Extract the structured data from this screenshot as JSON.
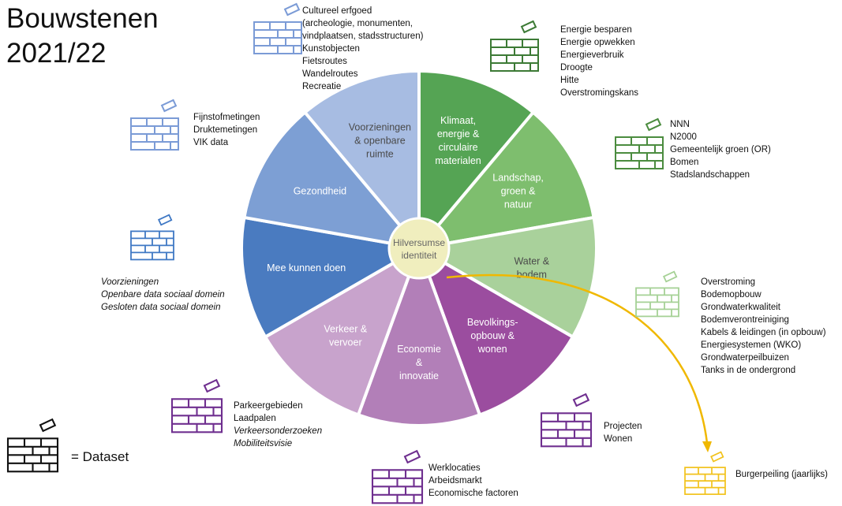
{
  "title": [
    "Bouwstenen",
    "2021/22"
  ],
  "center": {
    "label": [
      "Hilversumse",
      "identiteit"
    ],
    "color": "#f0eebe"
  },
  "wheel": [
    {
      "key": "voorzieningen",
      "lines": [
        "Voorzieningen",
        "& openbare",
        "ruimte"
      ],
      "color": "#a7bce2"
    },
    {
      "key": "klimaat",
      "lines": [
        "Klimaat,",
        "energie &",
        "circulaire",
        "materialen"
      ],
      "color": "#55a454"
    },
    {
      "key": "landschap",
      "lines": [
        "Landschap,",
        "groen &",
        "natuur"
      ],
      "color": "#7ebe6e"
    },
    {
      "key": "water",
      "lines": [
        "Water &",
        "bodem"
      ],
      "color": "#a9d19b"
    },
    {
      "key": "bevolking",
      "lines": [
        "Bevolkings-",
        "opbouw &",
        "wonen"
      ],
      "color": "#9b4d9f"
    },
    {
      "key": "economie",
      "lines": [
        "Economie",
        "&",
        "innovatie"
      ],
      "color": "#b27fb8"
    },
    {
      "key": "verkeer",
      "lines": [
        "Verkeer &",
        "vervoer"
      ],
      "color": "#c8a3cc"
    },
    {
      "key": "meekunnen",
      "lines": [
        "Mee kunnen doen"
      ],
      "color": "#4a7bc0"
    },
    {
      "key": "gezondheid",
      "lines": [
        "Gezondheid"
      ],
      "color": "#7d9fd4"
    }
  ],
  "datasets": [
    {
      "key": "cultureel",
      "color": "#7b9bd6",
      "items": [
        {
          "text": "Cultureel erfgoed",
          "italic": false
        },
        {
          "text": "(archeologie, monumenten,",
          "italic": false
        },
        {
          "text": "vindplaatsen, stadsstructuren)",
          "italic": false
        },
        {
          "text": "Kunstobjecten",
          "italic": false
        },
        {
          "text": "Fietsroutes",
          "italic": false
        },
        {
          "text": "Wandelroutes",
          "italic": false
        },
        {
          "text": "Recreatie",
          "italic": false
        }
      ]
    },
    {
      "key": "energie",
      "color": "#3c7a35",
      "items": [
        {
          "text": "Energie besparen",
          "italic": false
        },
        {
          "text": "Energie opwekken",
          "italic": false
        },
        {
          "text": "Energieverbruik",
          "italic": false
        },
        {
          "text": "Droogte",
          "italic": false
        },
        {
          "text": "Hitte",
          "italic": false
        },
        {
          "text": "Overstromingskans",
          "italic": false
        }
      ]
    },
    {
      "key": "groen",
      "color": "#4b8c3f",
      "items": [
        {
          "text": "NNN",
          "italic": false
        },
        {
          "text": "N2000",
          "italic": false
        },
        {
          "text": "Gemeentelijk groen (OR)",
          "italic": false
        },
        {
          "text": "Bomen",
          "italic": false
        },
        {
          "text": "Stadslandschappen",
          "italic": false
        }
      ]
    },
    {
      "key": "fijnstof",
      "color": "#7b9bd6",
      "items": [
        {
          "text": "Fijnstofmetingen",
          "italic": false
        },
        {
          "text": "Druktemetingen",
          "italic": false
        },
        {
          "text": "VIK data",
          "italic": false
        }
      ]
    },
    {
      "key": "sociaal",
      "color": "#3f78c4",
      "items": [
        {
          "text": "Voorzieningen",
          "italic": true
        },
        {
          "text": "Openbare data sociaal domein",
          "italic": true
        },
        {
          "text": "Gesloten data sociaal domein",
          "italic": true
        }
      ]
    },
    {
      "key": "water",
      "color": "#a6d196",
      "items": [
        {
          "text": "Overstroming",
          "italic": false
        },
        {
          "text": "Bodemopbouw",
          "italic": false
        },
        {
          "text": "Grondwaterkwaliteit",
          "italic": false
        },
        {
          "text": "Bodemverontreiniging",
          "italic": false
        },
        {
          "text": "Kabels & leidingen (in opbouw)",
          "italic": false
        },
        {
          "text": "Energiesystemen (WKO)",
          "italic": false
        },
        {
          "text": "Grondwaterpeilbuizen",
          "italic": false
        },
        {
          "text": "Tanks in de ondergrond",
          "italic": false
        }
      ]
    },
    {
      "key": "parkeer",
      "color": "#6f2f8f",
      "items": [
        {
          "text": "Parkeergebieden",
          "italic": false
        },
        {
          "text": "Laadpalen",
          "italic": false
        },
        {
          "text": "Verkeersonderzoeken",
          "italic": true
        },
        {
          "text": "Mobiliteitsvisie",
          "italic": true
        }
      ]
    },
    {
      "key": "projecten",
      "color": "#6f2f8f",
      "items": [
        {
          "text": "Projecten",
          "italic": false
        },
        {
          "text": "Wonen",
          "italic": false
        }
      ]
    },
    {
      "key": "werk",
      "color": "#6f2f8f",
      "items": [
        {
          "text": "Werklocaties",
          "italic": false
        },
        {
          "text": "Arbeidsmarkt",
          "italic": false
        },
        {
          "text": "Economische factoren",
          "italic": false
        }
      ]
    },
    {
      "key": "burger",
      "color": "#f2c21b",
      "items": [
        {
          "text": "Burgerpeiling (jaarlijks)",
          "italic": false
        }
      ]
    }
  ],
  "legend": {
    "label": "= Dataset",
    "color": "#111111"
  },
  "arrow_color": "#f0b800"
}
